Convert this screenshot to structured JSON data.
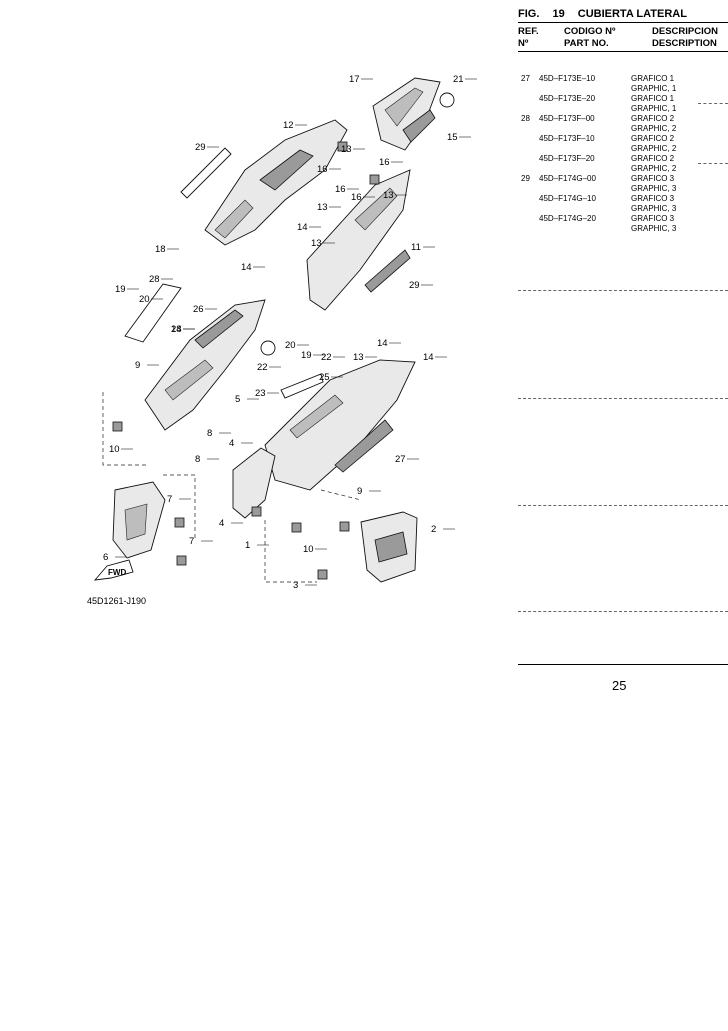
{
  "figure": {
    "label": "FIG.",
    "number": "19",
    "title": "CUBIERTA LATERAL"
  },
  "table_header": {
    "ref_es": "REF.",
    "ref_en": "Nº",
    "part_es": "CODIGO Nº",
    "part_en": "PART NO.",
    "desc_es": "DESCRIPCION",
    "desc_en": "DESCRIPTION"
  },
  "parts": [
    {
      "ref": "27",
      "part_no": "45D–F173E–10",
      "desc_es": "GRAFICO 1",
      "desc_en": "GRAPHIC, 1"
    },
    {
      "ref": "",
      "part_no": "45D–F173E–20",
      "desc_es": "GRAFICO 1",
      "desc_en": "GRAPHIC, 1"
    },
    {
      "ref": "28",
      "part_no": "45D–F173F–00",
      "desc_es": "GRAFICO 2",
      "desc_en": "GRAPHIC, 2"
    },
    {
      "ref": "",
      "part_no": "45D–F173F–10",
      "desc_es": "GRAFICO 2",
      "desc_en": "GRAPHIC, 2"
    },
    {
      "ref": "",
      "part_no": "45D–F173F–20",
      "desc_es": "GRAFICO 2",
      "desc_en": "GRAPHIC, 2"
    },
    {
      "ref": "29",
      "part_no": "45D–F174G–00",
      "desc_es": "GRAFICO 3",
      "desc_en": "GRAPHIC, 3"
    },
    {
      "ref": "",
      "part_no": "45D–F174G–10",
      "desc_es": "GRAFICO 3",
      "desc_en": "GRAPHIC, 3"
    },
    {
      "ref": "",
      "part_no": "45D–F174G–20",
      "desc_es": "GRAFICO 3",
      "desc_en": "GRAPHIC, 3"
    }
  ],
  "diagram": {
    "drawing_code": "45D1261-J190",
    "fwd_label": "FWD",
    "callouts": [
      "17",
      "21",
      "12",
      "15",
      "29",
      "13",
      "16",
      "16",
      "16",
      "13",
      "16",
      "13",
      "14",
      "18",
      "13",
      "11",
      "14",
      "29",
      "28",
      "19",
      "20",
      "26",
      "13",
      "18",
      "14",
      "24",
      "20",
      "19",
      "22",
      "14",
      "9",
      "5",
      "25",
      "23",
      "22",
      "8",
      "4",
      "10",
      "8",
      "27",
      "9",
      "2",
      "7",
      "7",
      "4",
      "1",
      "10",
      "6",
      "3"
    ]
  },
  "page_number": "25"
}
